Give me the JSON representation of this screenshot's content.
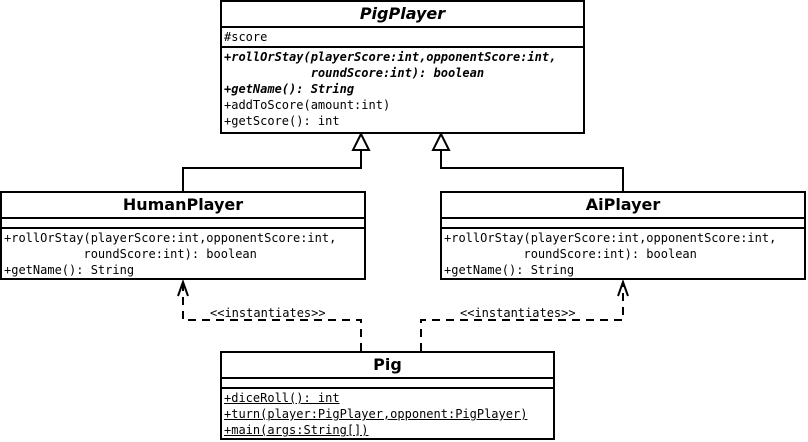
{
  "classes": {
    "pig_player": {
      "name": "PigPlayer",
      "attributes": [
        "#score"
      ],
      "operations": [
        "+rollOrStay(playerScore:int,opponentScore:int,",
        "            roundScore:int): boolean",
        "+getName(): String",
        "+addToScore(amount:int)",
        "+getScore(): int"
      ]
    },
    "human_player": {
      "name": "HumanPlayer",
      "operations": [
        "+rollOrStay(playerScore:int,opponentScore:int,",
        "           roundScore:int): boolean",
        "+getName(): String"
      ]
    },
    "ai_player": {
      "name": "AiPlayer",
      "operations": [
        "+rollOrStay(playerScore:int,opponentScore:int,",
        "           roundScore:int): boolean",
        "+getName(): String"
      ]
    },
    "pig": {
      "name": "Pig",
      "operations": [
        "+diceRoll(): int",
        "+turn(player:PigPlayer,opponent:PigPlayer)",
        "+main(args:String[])"
      ]
    }
  },
  "relations": {
    "instantiates_left": "<<instantiates>>",
    "instantiates_right": "<<instantiates>>"
  }
}
